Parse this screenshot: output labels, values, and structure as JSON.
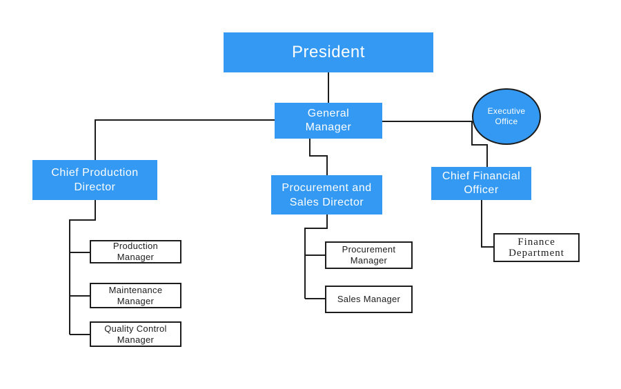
{
  "org_chart": {
    "president": "President",
    "general_manager": "General\nManager",
    "executive_office": "Executive\nOffice",
    "chief_production_director": "Chief Production\nDirector",
    "procurement_sales_director": "Procurement and\nSales Director",
    "chief_financial_officer": "Chief Financial\nOfficer",
    "production_manager": "Production\nManager",
    "maintenance_manager": "Maintenance\nManager",
    "quality_control_manager": "Quality Control\nManager",
    "procurement_manager": "Procurement\nManager",
    "sales_manager": "Sales Manager",
    "finance_department": "Finance\nDepartment"
  },
  "colors": {
    "primary_box": "#3399f3",
    "secondary_box": "#ffffff",
    "connector": "#1c1c1c"
  }
}
